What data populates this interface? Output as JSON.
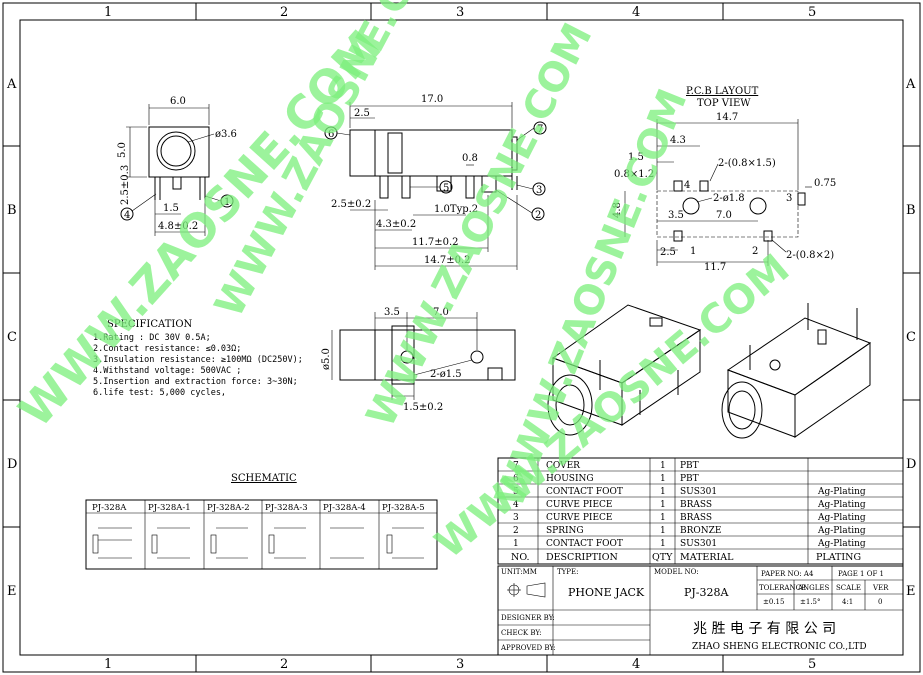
{
  "grid": {
    "cols": [
      "1",
      "2",
      "3",
      "4",
      "5"
    ],
    "rows": [
      "A",
      "B",
      "C",
      "D",
      "E"
    ]
  },
  "watermark": "WWW.ZAOSNE.COM",
  "front_view": {
    "dims": [
      "6.0",
      "5.0",
      "ø3.6",
      "2.5±0.3",
      "1.5",
      "4.8±0.2"
    ],
    "callouts": [
      "4",
      "1"
    ]
  },
  "side_view": {
    "dims": [
      "17.0",
      "2.5",
      "0.8",
      "2.5±0.2",
      "1.0Typ.2",
      "4.3±0.2",
      "11.7±0.2",
      "14.7±0.2"
    ],
    "callouts": [
      "6",
      "7",
      "5",
      "3",
      "2"
    ]
  },
  "bottom_view": {
    "dims": [
      "3.5",
      "7.0",
      "ø5.0",
      "2-ø1.5",
      "1.5±0.2"
    ]
  },
  "pcb_layout": {
    "title": "P.C.B LAYOUT",
    "subtitle": "TOP VIEW",
    "dims": [
      "14.7",
      "4.3",
      "1.5",
      "0.8×1.2",
      "2-(0.8×1.5)",
      "2-ø1.8",
      "4.8",
      "3.5",
      "7.0",
      "0.75",
      "2.5",
      "11.7",
      "2-(0.8×2)"
    ],
    "pin_labels": [
      "1",
      "2",
      "3",
      "4"
    ]
  },
  "specification": {
    "title": "SPECIFICATION",
    "items": [
      "1.Rating : DC 30V 0.5A;",
      "2.Contact resistance: ≤0.03Ω;",
      "3.Insulation resistance: ≥100MΩ (DC250V);",
      "4.Withstand voltage: 500VAC ;",
      "5.Insertion and extraction force: 3~30N;",
      "6.life test: 5,000 cycles,"
    ]
  },
  "schematic": {
    "title": "SCHEMATIC",
    "models": [
      "PJ-328A",
      "PJ-328A-1",
      "PJ-328A-2",
      "PJ-328A-3",
      "PJ-328A-4",
      "PJ-328A-5"
    ]
  },
  "bom": {
    "rows": [
      {
        "no": "7",
        "desc": "COVER",
        "qty": "1",
        "material": "PBT",
        "plating": ""
      },
      {
        "no": "6",
        "desc": "HOUSING",
        "qty": "1",
        "material": "PBT",
        "plating": ""
      },
      {
        "no": "5",
        "desc": "CONTACT FOOT",
        "qty": "1",
        "material": "SUS301",
        "plating": "Ag-Plating"
      },
      {
        "no": "4",
        "desc": "CURVE PIECE",
        "qty": "1",
        "material": "BRASS",
        "plating": "Ag-Plating"
      },
      {
        "no": "3",
        "desc": "CURVE PIECE",
        "qty": "1",
        "material": "BRASS",
        "plating": "Ag-Plating"
      },
      {
        "no": "2",
        "desc": "SPRING",
        "qty": "1",
        "material": "BRONZE",
        "plating": "Ag-Plating"
      },
      {
        "no": "1",
        "desc": "CONTACT FOOT",
        "qty": "1",
        "material": "SUS301",
        "plating": "Ag-Plating"
      }
    ],
    "header": {
      "no": "NO.",
      "desc": "DESCRIPTION",
      "qty": "QTY",
      "material": "MATERIAL",
      "plating": "PLATING"
    }
  },
  "title_block": {
    "unit_label": "UNIT:MM",
    "type_label": "TYPE:",
    "type": "PHONE JACK",
    "model_label": "MODEL NO:",
    "model": "PJ-328A",
    "paper": "PAPER NO: A4",
    "page": "PAGE 1 OF 1",
    "tolerance_label": "TOLERANCE",
    "angles_label": "ANGLES",
    "scale_label": "SCALE",
    "ver_label": "VER",
    "tolerance": "±0.15",
    "angles": "±1.5°",
    "scale": "4:1",
    "ver": "0",
    "designed_by": "DESIGNER BY:",
    "check_by": "CHECK    BY:",
    "approved_by": "APPROVED BY:",
    "company_cn": "兆 胜 电 子 有 限 公 司",
    "company_en": "ZHAO SHENG ELECTRONIC CO.,LTD"
  }
}
